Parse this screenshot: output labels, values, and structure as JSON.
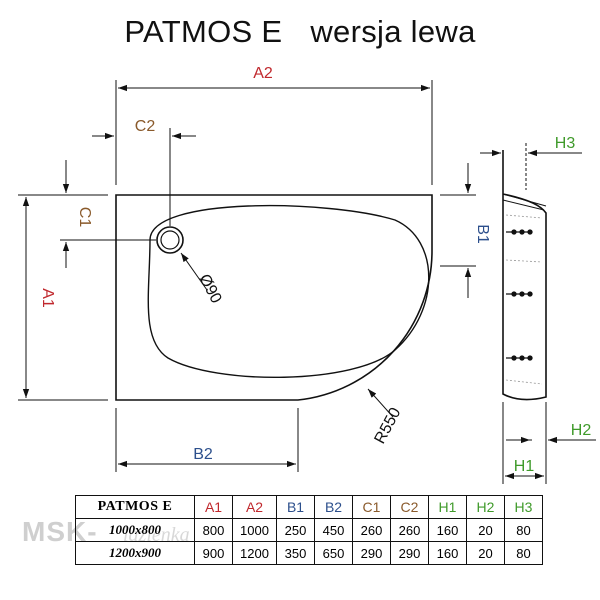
{
  "title": {
    "model": "PATMOS E",
    "variant": "wersja lewa"
  },
  "labels": {
    "a1": "A1",
    "a2": "A2",
    "b1": "B1",
    "b2": "B2",
    "c1": "C1",
    "c2": "C2",
    "h1": "H1",
    "h2": "H2",
    "h3": "H3",
    "drain": "Ø90",
    "radius": "R550"
  },
  "colors": {
    "a": "#c0282d",
    "b": "#2c4f8c",
    "c": "#8a5a2b",
    "h": "#3f9a2a",
    "line": "#111111"
  },
  "watermark": {
    "text": "MSK-",
    "sub": "lazienka"
  },
  "table": {
    "header": [
      "PATMOS E",
      "A1",
      "A2",
      "B1",
      "B2",
      "C1",
      "C2",
      "H1",
      "H2",
      "H3"
    ],
    "rows": [
      [
        "1000x800",
        "800",
        "1000",
        "250",
        "450",
        "260",
        "260",
        "160",
        "20",
        "80"
      ],
      [
        "1200x900",
        "900",
        "1200",
        "350",
        "650",
        "290",
        "290",
        "160",
        "20",
        "80"
      ]
    ]
  }
}
